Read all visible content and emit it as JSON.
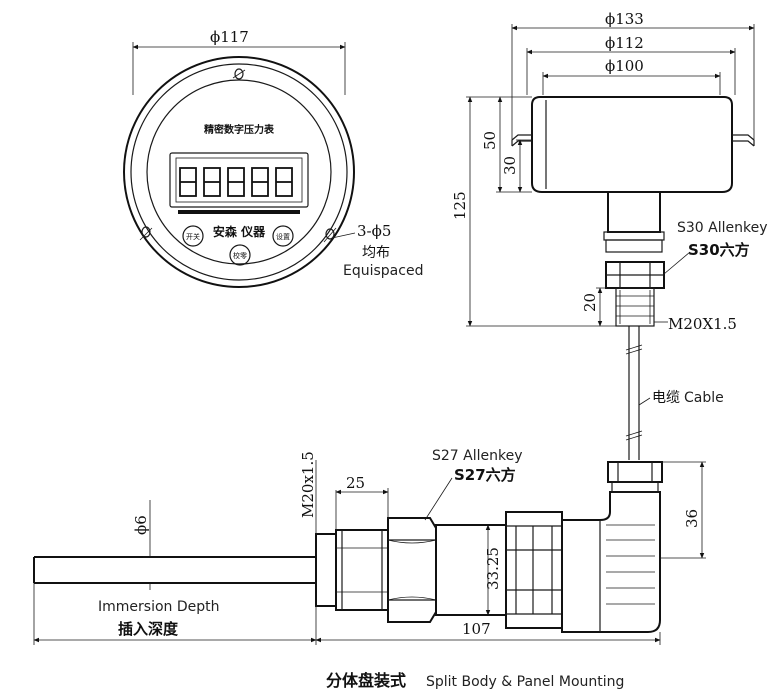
{
  "gauge_front": {
    "diameter_label": "ϕ117",
    "panel_title": "精密数字压力表",
    "brand": "安森 仪器",
    "button_left": "开关",
    "button_center": "校零",
    "button_right": "设置",
    "hole_label": "3-ϕ5",
    "hole_cn": "均布",
    "hole_en": "Equispaced"
  },
  "gauge_side": {
    "d133": "ϕ133",
    "d112": "ϕ112",
    "d100": "ϕ100",
    "h50": "50",
    "h30": "30",
    "h125": "125",
    "h20": "20",
    "wrench_en": "S30 Allenkey",
    "wrench_cn": "S30六方",
    "thread": "M20X1.5"
  },
  "cable": {
    "label_cn": "电缆",
    "label_en": "Cable"
  },
  "sensor": {
    "thread": "M20x1.5",
    "len25": "25",
    "rod_dia": "ϕ6",
    "wrench_en": "S27 Allenkey",
    "wrench_cn": "S27六方",
    "dia3325": "33.25",
    "h36": "36",
    "len107": "107",
    "immersion_en": "Immersion Depth",
    "immersion_cn": "插入深度"
  },
  "caption": {
    "cn": "分体盘装式",
    "en": "Split Body & Panel Mounting"
  }
}
